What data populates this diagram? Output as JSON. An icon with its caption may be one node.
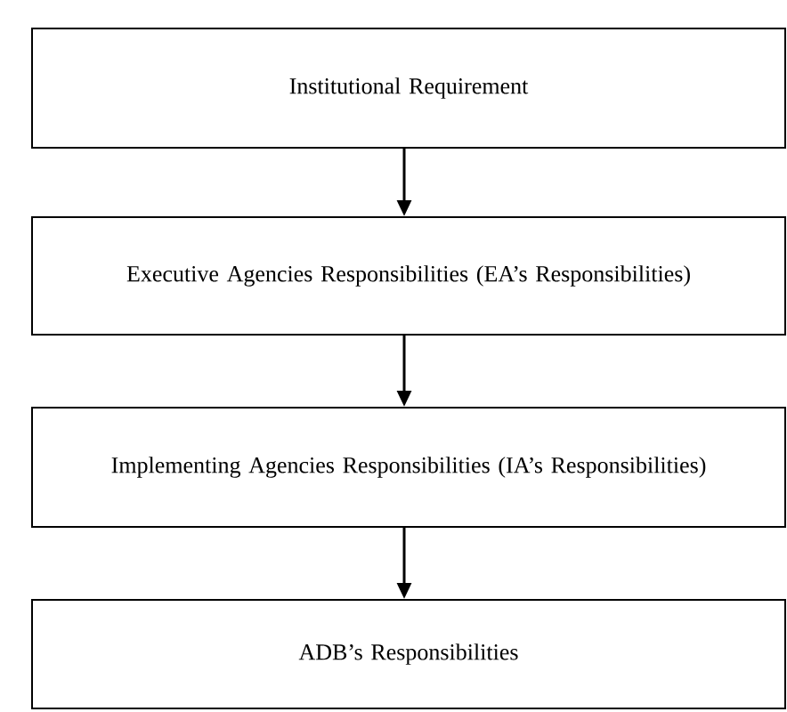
{
  "diagram": {
    "nodes": [
      {
        "text": [
          "Institutional Requirement"
        ]
      },
      {
        "text": [
          "Executive Agencies Responsibilities (EA’s Responsibilities)"
        ]
      },
      {
        "text": [
          "Implementing Agencies Responsibilities (IA’s Responsibilities)"
        ]
      },
      {
        "text": [
          "ADB’s Responsibilities"
        ]
      }
    ],
    "edges": [
      {
        "from": 0,
        "to": 1,
        "arrow": "to"
      },
      {
        "from": 1,
        "to": 2,
        "arrow": "to"
      },
      {
        "from": 2,
        "to": 3,
        "arrow": "to"
      }
    ]
  }
}
